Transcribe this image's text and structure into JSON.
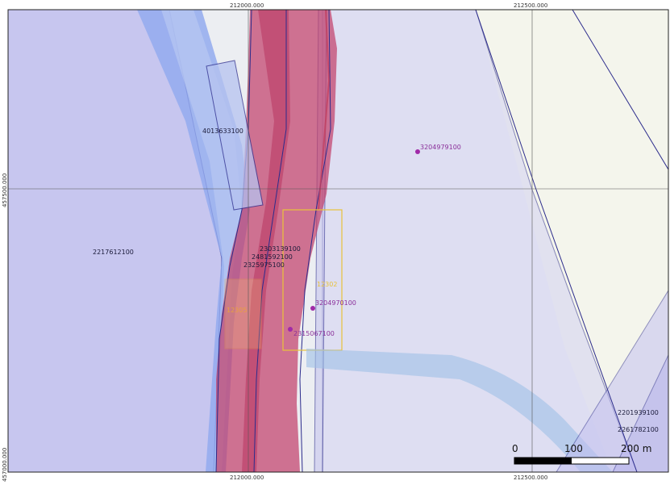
{
  "coordinates": {
    "top": [
      "212000.000",
      "212500.000"
    ],
    "bottom": [
      "212000.000",
      "212500.000"
    ],
    "left": [
      "457500.000",
      "457000.000"
    ]
  },
  "parcels": [
    {
      "id": "4013633100"
    },
    {
      "id": "2217612100"
    },
    {
      "id": "2303139100"
    },
    {
      "id": "2481592100"
    },
    {
      "id": "2325975100"
    },
    {
      "id": "2201939100"
    },
    {
      "id": "2261782100"
    }
  ],
  "points": [
    {
      "id": "3204979100"
    },
    {
      "id": "3204970100"
    },
    {
      "id": "2315067100"
    }
  ],
  "zones": [
    {
      "id": "12302",
      "color": "#e8c23a"
    },
    {
      "id": "12305",
      "color": "#e8a040"
    }
  ],
  "scale_bar": {
    "labels": [
      "0",
      "100",
      "200 m"
    ],
    "fraction_black": 0.5
  },
  "colors": {
    "lavender_fill": "#c8c4f0",
    "river_blue": "#8fa8ee",
    "red_band": "#d24a6a",
    "parcel_stroke": "#2c2c8c",
    "point_purple": "#a02aa8",
    "background_map": "#eef0f4"
  }
}
